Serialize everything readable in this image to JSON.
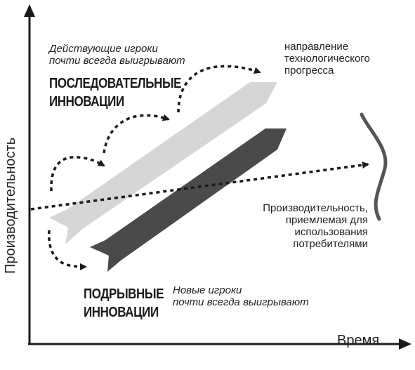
{
  "axes": {
    "y_label": "Производительность",
    "x_label": "Время"
  },
  "labels": {
    "incumbents_note": [
      "Действующие игроки",
      "почти всегда выигрывают"
    ],
    "sustaining": [
      "ПОСЛЕДОВАТЕЛЬНЫЕ",
      "ИННОВАЦИИ"
    ],
    "tech_progress": [
      "направление",
      "технологического",
      "прогресса"
    ],
    "customer_performance": [
      "Производительность,",
      "приемлемая для",
      "использования",
      "потребителями"
    ],
    "disruptive": [
      "ПОДРЫВНЫЕ",
      "ИННОВАЦИИ"
    ],
    "entrants_note": [
      "Новые игроки",
      "почти всегда выигрывают"
    ]
  },
  "colors": {
    "sustaining_arrow": "#d6d6d6",
    "disruptive_arrow": "#4a4a4a",
    "ink": "#1a1a1a",
    "demand_curve": "#555555"
  }
}
